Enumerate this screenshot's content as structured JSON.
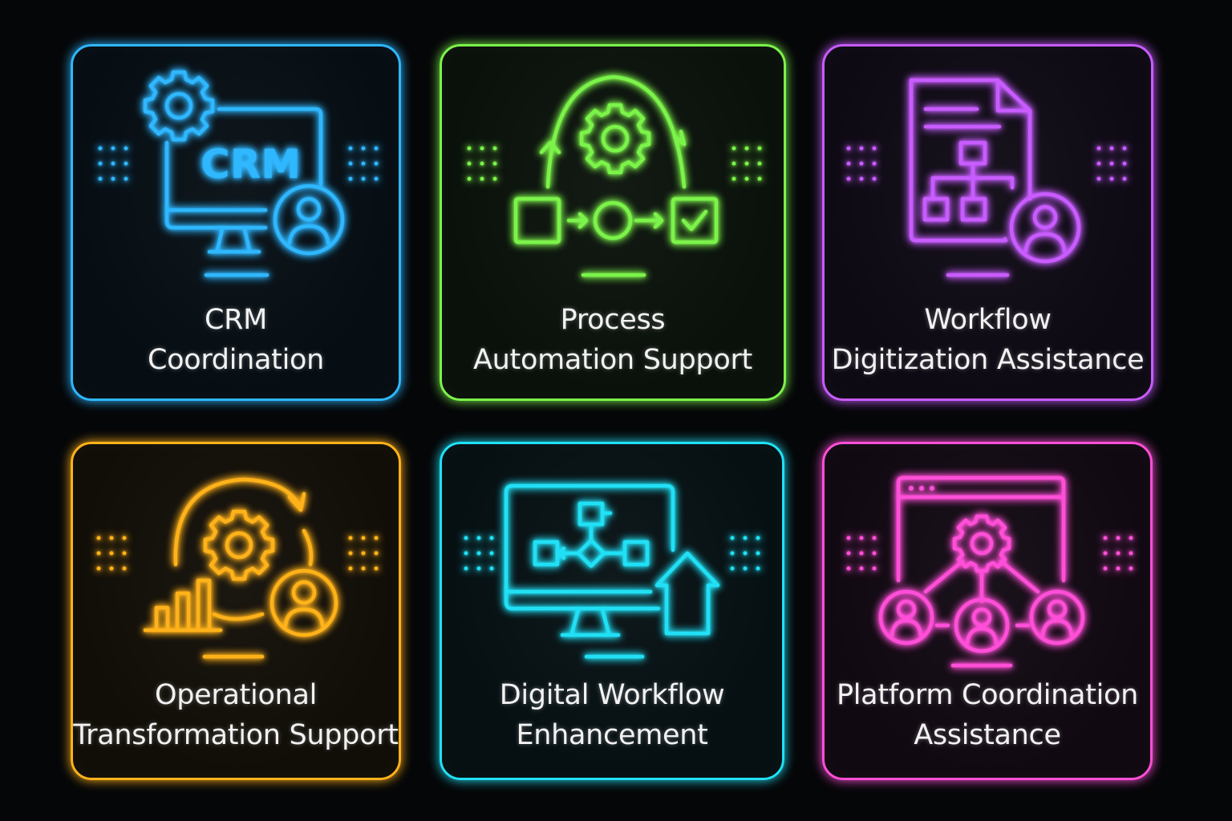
{
  "cards": [
    {
      "title_line1": "CRM",
      "title_line2": "Coordination",
      "color": "#2fb7ff",
      "icon_text": "CRM",
      "icons": [
        "gear-icon",
        "monitor-icon",
        "user-icon"
      ]
    },
    {
      "title_line1": "Process",
      "title_line2": "Automation Support",
      "color": "#7cf34a",
      "icons": [
        "gear-icon",
        "cycle-arrow-icon",
        "square-icon",
        "circle-icon",
        "checkbox-icon"
      ]
    },
    {
      "title_line1": "Workflow",
      "title_line2": "Digitization Assistance",
      "color": "#c85cff",
      "icons": [
        "document-icon",
        "hierarchy-icon",
        "user-icon"
      ]
    },
    {
      "title_line1": "Operational",
      "title_line2": "Transformation Support",
      "color": "#ffb21a",
      "icons": [
        "gear-icon",
        "cycle-arrow-icon",
        "bar-chart-icon",
        "user-icon"
      ]
    },
    {
      "title_line1": "Digital Workflow",
      "title_line2": "Enhancement",
      "color": "#21e0f5",
      "icons": [
        "monitor-icon",
        "flowchart-icon",
        "up-arrow-icon"
      ]
    },
    {
      "title_line1": "Platform Coordination",
      "title_line2": "Assistance",
      "color": "#ff4fd8",
      "icons": [
        "browser-window-icon",
        "gear-icon",
        "network-icon",
        "user-icon"
      ]
    }
  ]
}
